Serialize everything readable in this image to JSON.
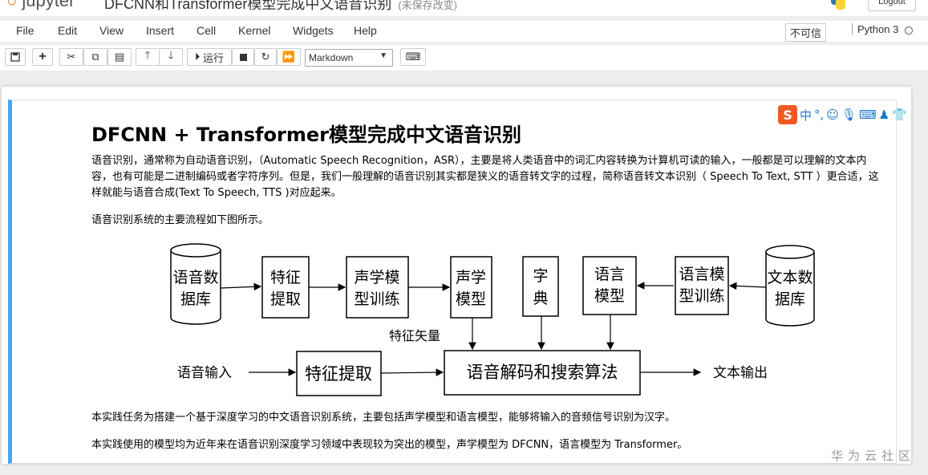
{
  "header": {
    "logo_text": "jupyter",
    "notebook_title": "DFCNN和Transformer模型完成中文语音识别",
    "save_status": "(未保存改变)",
    "logout_label": "Logout"
  },
  "menu": {
    "items": [
      "File",
      "Edit",
      "View",
      "Insert",
      "Cell",
      "Kernel",
      "Widgets",
      "Help"
    ],
    "trusted_label": "不可信",
    "kernel_name": "Python 3"
  },
  "toolbar": {
    "run_label": "运行",
    "cell_type": "Markdown"
  },
  "cell": {
    "heading": "DFCNN + Transformer模型完成中文语音识别",
    "p1": "语音识别，通常称为自动语音识别，（Automatic Speech Recognition，ASR），主要是将人类语音中的词汇内容转换为计算机可读的输入，一般都是可以理解的文本内容，也有可能是二进制编码或者字符序列。但是，我们一般理解的语音识别其实都是狭义的语音转文字的过程，简称语音转文本识别（ Speech To Text, STT ）更合适，这样就能与语音合成(Text To Speech, TTS )对应起来。",
    "p2": "语音识别系统的主要流程如下图所示。",
    "p3": "本实践任务为搭建一个基于深度学习的中文语音识别系统，主要包括声学模型和语言模型，能够将输入的音频信号识别为汉字。",
    "p4": "本实践使用的模型均为近年来在语音识别深度学习领域中表现较为突出的模型，声学模型为 DFCNN，语言模型为 Transformer。"
  },
  "diagram": {
    "speech_db_1": "语音数",
    "speech_db_2": "据库",
    "feature_1": "特征",
    "feature_2": "提取",
    "am_train_1": "声学模",
    "am_train_2": "型训练",
    "am_1": "声学",
    "am_2": "模型",
    "dict_1": "字",
    "dict_2": "典",
    "lm_1": "语言",
    "lm_2": "模型",
    "lm_train_1": "语言模",
    "lm_train_2": "型训练",
    "text_db_1": "文本数",
    "text_db_2": "据库",
    "feature_vector": "特征矢量",
    "speech_input": "语音输入",
    "feature_extract": "特征提取",
    "decoder": "语音解码和搜索算法",
    "text_output": "文本输出"
  },
  "ime": {
    "lang": "中"
  },
  "watermark": "华为云社区"
}
